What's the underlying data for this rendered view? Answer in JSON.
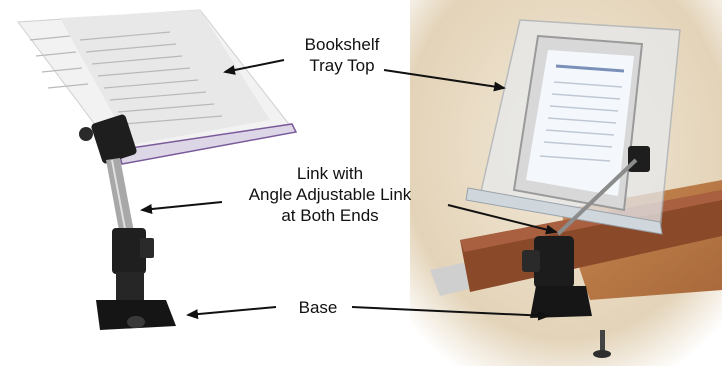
{
  "labels": {
    "bookshelf_line1": "Bookshelf",
    "bookshelf_line2": "Tray Top",
    "link_line1": "Link with",
    "link_line2": "Angle Adjustable Link",
    "link_line3": "at Both Ends",
    "base": "Base"
  },
  "colors": {
    "text": "#111111",
    "arrow": "#111111",
    "tray_edge": "#7a5a9a",
    "clamp": "#1e1e1e",
    "rail": "#8a4a2a",
    "wall": "#e9dcc6"
  },
  "images": {
    "left": "bookshelf-stand-photo",
    "right": "tablet-stand-on-rail-photo"
  }
}
